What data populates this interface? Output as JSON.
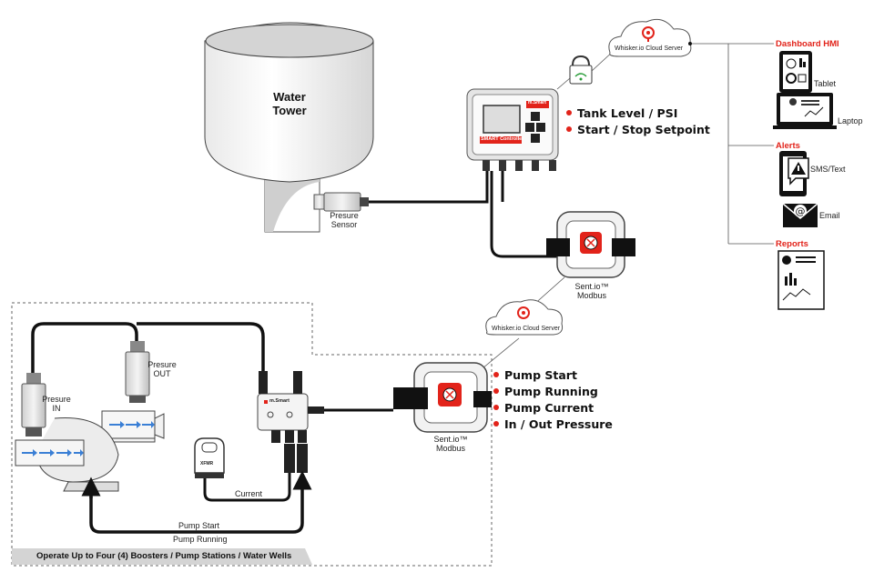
{
  "water_tower": {
    "label_line1": "Water",
    "label_line2": "Tower"
  },
  "pressure_sensor": {
    "line1": "Presure",
    "line2": "Sensor"
  },
  "controller": {
    "brand": "m.Smart",
    "name": "SMART Controller",
    "bullets": [
      "Tank Level / PSI",
      "Start / Stop Setpoint"
    ]
  },
  "cloud_top": {
    "label": "Whisker.io Cloud Server"
  },
  "cloud_bottom": {
    "label": "Whisker.io Cloud Server"
  },
  "sentio_top": {
    "line1": "Sent.io™",
    "line2": "Modbus"
  },
  "sentio_bottom": {
    "line1": "Sent.io™",
    "line2": "Modbus"
  },
  "pump_bullets": [
    "Pump Start",
    "Pump Running",
    "Pump Current",
    "In / Out Pressure"
  ],
  "dashboard": {
    "title": "Dashboard HMI",
    "tablet": "Tablet",
    "laptop": "Laptop"
  },
  "alerts": {
    "title": "Alerts",
    "sms": "SMS/Text",
    "email": "Email"
  },
  "reports": {
    "title": "Reports"
  },
  "pump_station": {
    "pressure_in": {
      "line1": "Presure",
      "line2": "IN"
    },
    "pressure_out": {
      "line1": "Presure",
      "line2": "OUT"
    },
    "hub_brand": "m.Smart",
    "xfmr": "XFMR",
    "current": "Current",
    "pump_start": "Pump Start",
    "pump_running": "Pump Running"
  },
  "footer": "Operate Up to Four (4) Boosters / Pump Stations / Water Wells",
  "colors": {
    "accent": "#e2231a",
    "line": "#111111",
    "panel": "#d4d4d4",
    "flow": "#3a7fd5"
  }
}
